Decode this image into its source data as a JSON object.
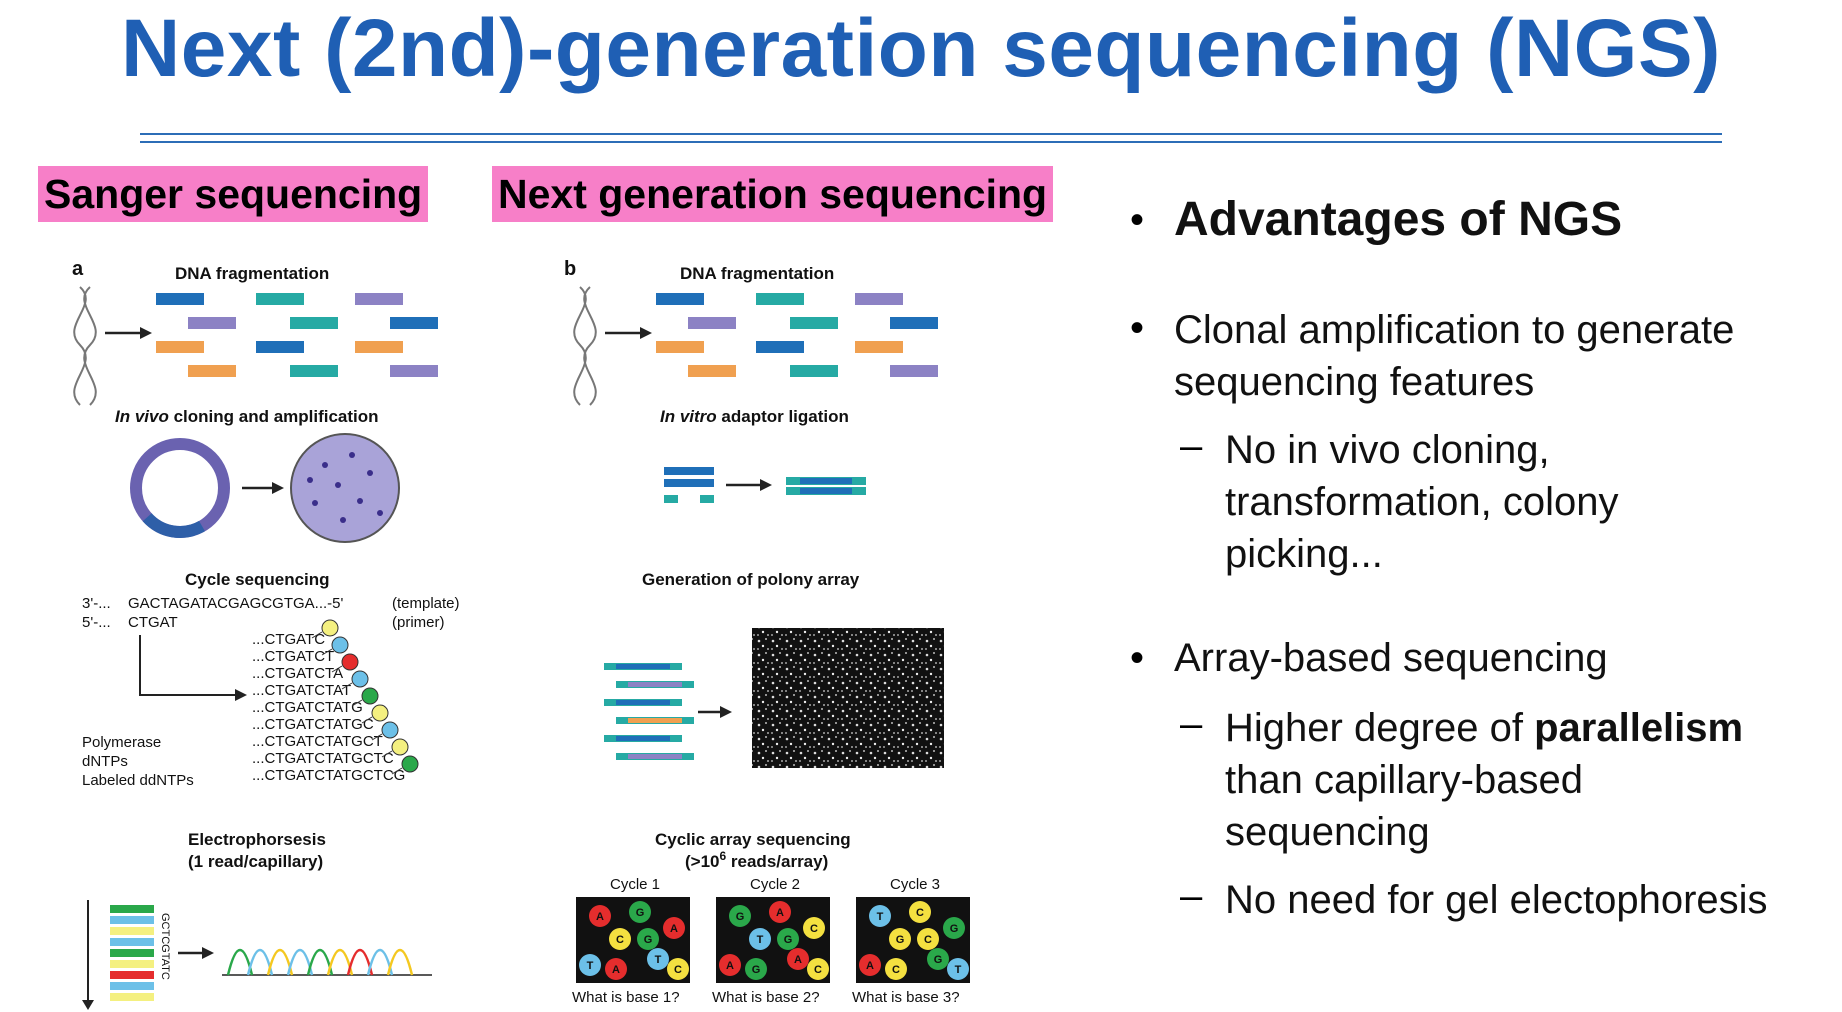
{
  "title": "Next (2nd)-generation sequencing (NGS)",
  "left_panel": {
    "header": "Sanger sequencing",
    "panel_letter": "a",
    "step1": "DNA fragmentation",
    "step2_italic": "In vivo",
    "step2_rest": " cloning and amplification",
    "step3": "Cycle sequencing",
    "template_prefix": "3'-...",
    "template_seq": "GACTAGATACGAGCGTGA...-5'",
    "template_label": "(template)",
    "primer_prefix": "5'-...",
    "primer_seq": "CTGAT",
    "primer_label": "(primer)",
    "products": [
      "...CTGATC",
      "...CTGATCT",
      "...CTGATCTA",
      "...CTGATCTAT",
      "...CTGATCTATG",
      "...CTGATCTATGC",
      "...CTGATCTATGCT",
      "...CTGATCTATGCTC",
      "...CTGATCTATGCTCG"
    ],
    "reagents": [
      "Polymerase",
      "dNTPs",
      "Labeled ddNTPs"
    ],
    "step4_line1": "Electrophorsesis",
    "step4_line2": "(1 read/capillary)",
    "gel_letters": "GCTCGTATC"
  },
  "right_panel": {
    "header": "Next generation sequencing",
    "panel_letter": "b",
    "step1": "DNA fragmentation",
    "step2_italic": "In vitro",
    "step2_rest": " adaptor ligation",
    "step3": "Generation of polony array",
    "step4_line1": "Cyclic array sequencing",
    "step4_line2_pre": "(>10",
    "step4_line2_sup": "6",
    "step4_line2_post": " reads/array)",
    "cycles": [
      {
        "label": "Cycle 1",
        "question": "What is base 1?"
      },
      {
        "label": "Cycle 2",
        "question": "What is base 2?"
      },
      {
        "label": "Cycle 3",
        "question": "What is base 3?"
      }
    ]
  },
  "advantages": {
    "heading": "Advantages of NGS",
    "point1_line1": "Clonal amplification to generate",
    "point1_line2": "sequencing features",
    "sub1_line1": "No in vivo cloning,",
    "sub1_line2": "transformation, colony",
    "sub1_line3": "picking...",
    "point2": "Array-based sequencing",
    "sub2_line1_pre": "Higher degree of ",
    "sub2_line1_bold": "parallelism",
    "sub2_line2": "than capillary-based",
    "sub2_line3": "sequencing",
    "sub3": "No need for gel electophoresis"
  },
  "colors": {
    "title_blue": "#1f5fb4",
    "tag_pink": "#f77fc8",
    "frag_blue": "#1f6fb8",
    "frag_teal": "#26aaa4",
    "frag_purple": "#8c82c4",
    "frag_orange": "#f0a050"
  }
}
